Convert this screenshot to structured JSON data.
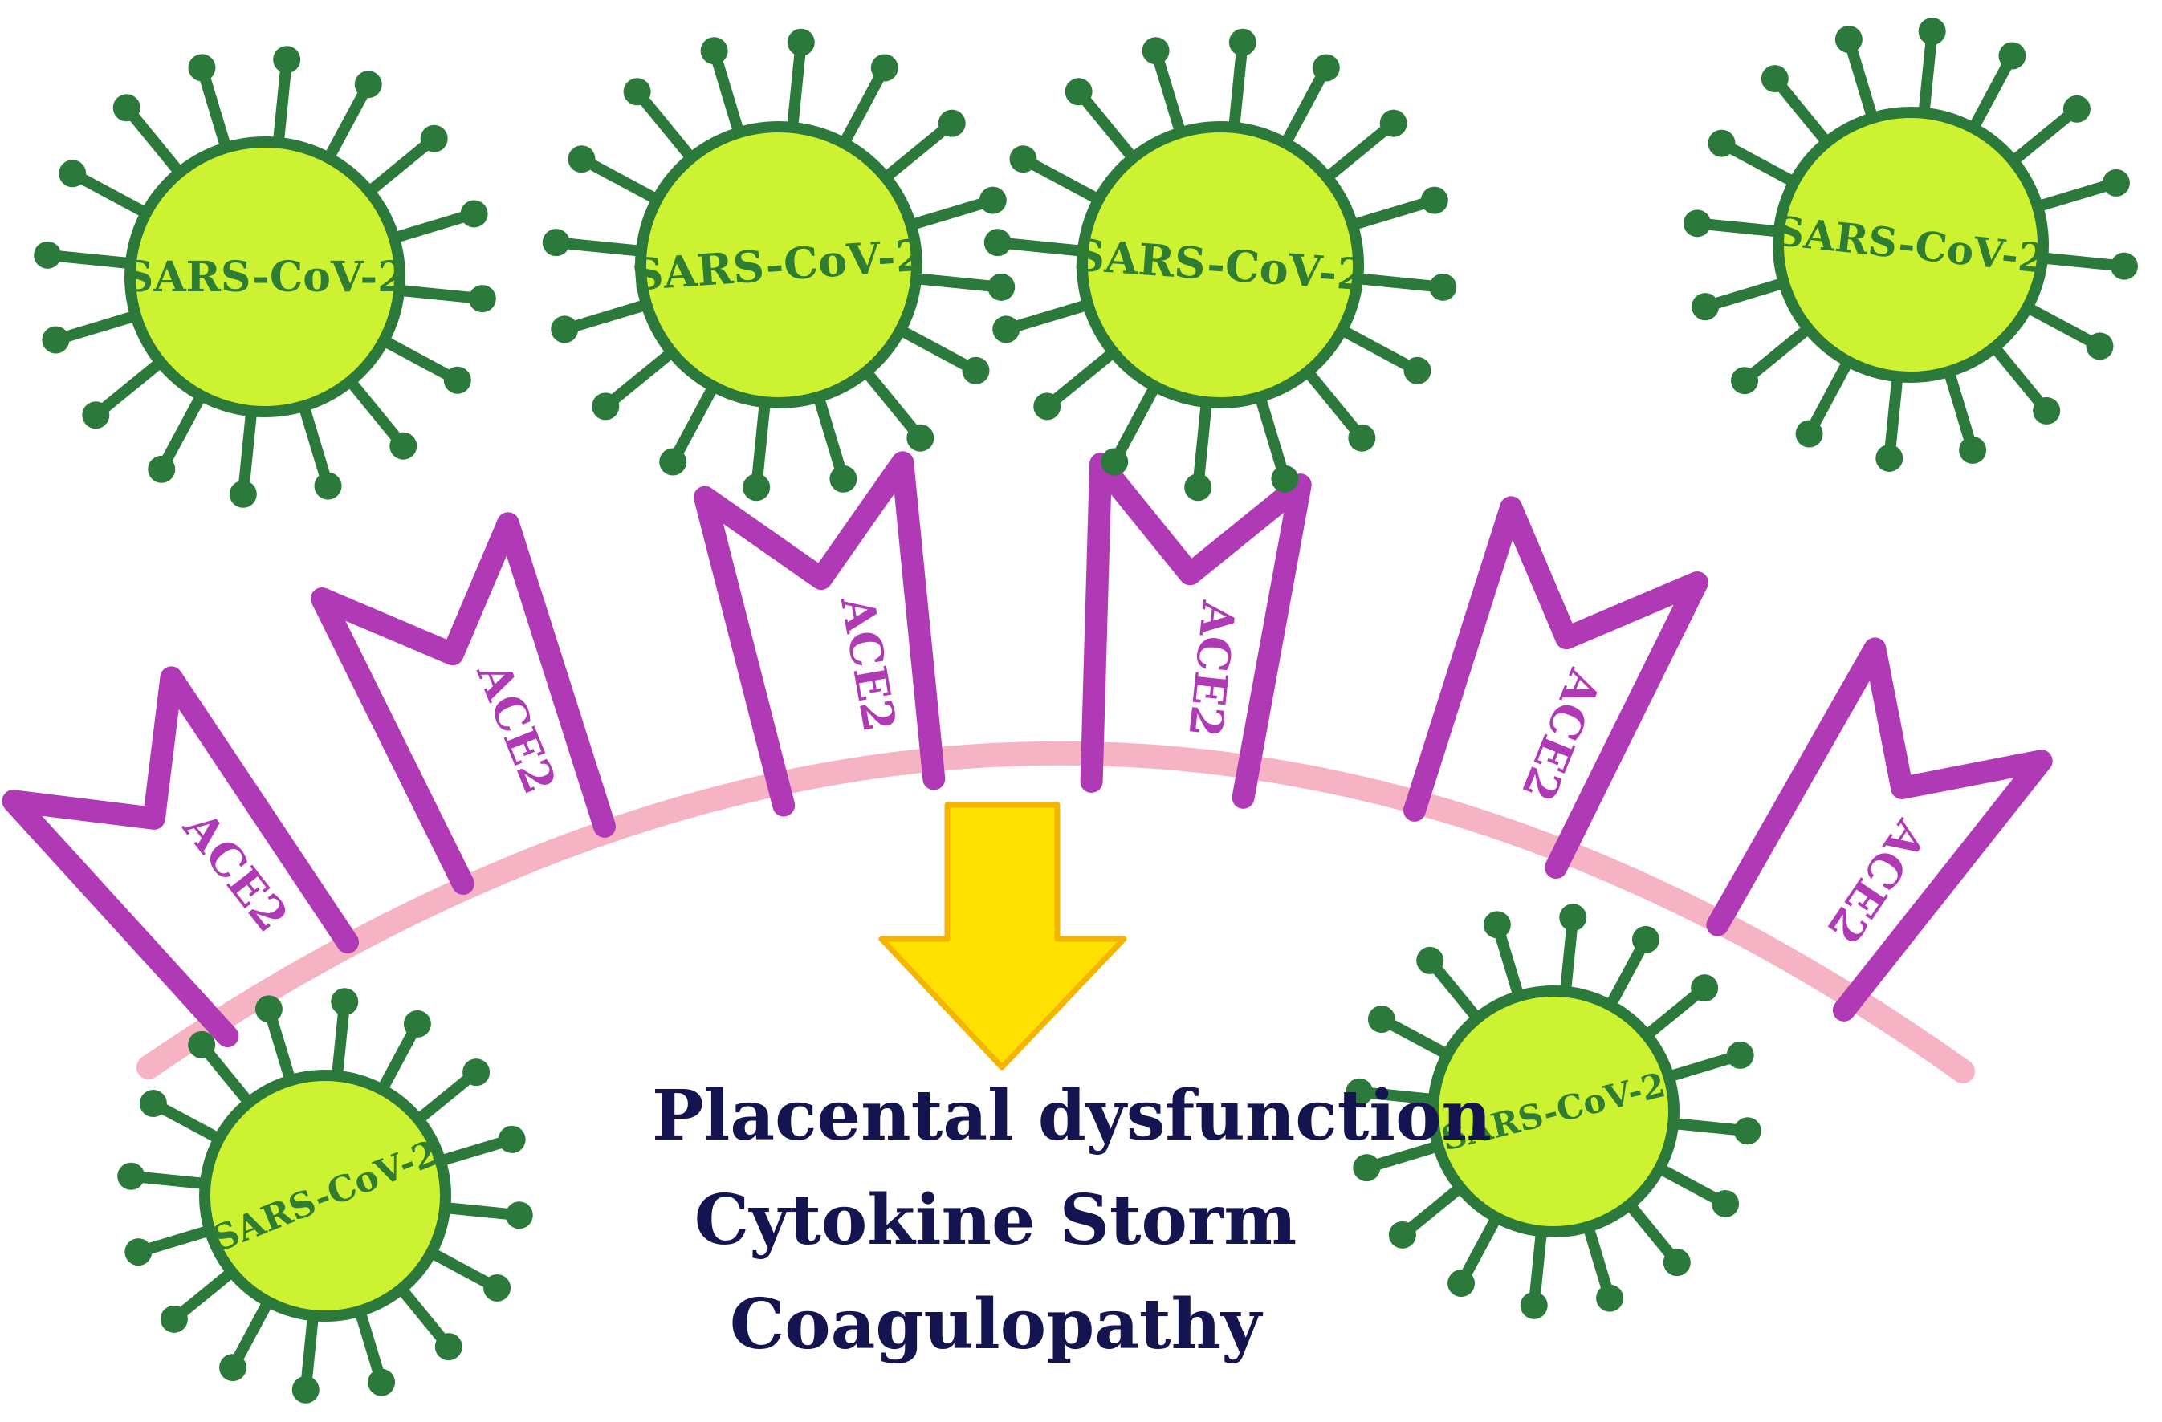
{
  "virus": {
    "label": "SARS-CoV-2",
    "count": 6,
    "colors": {
      "body": "#cdf231",
      "outline": "#2c7a3b",
      "spike": "#2c7a3b"
    }
  },
  "receptor": {
    "label": "ACE2",
    "count": 6,
    "color": "#b03ab5"
  },
  "membrane": {
    "color": "#f6b3c3"
  },
  "arrow": {
    "fill": "#ffe000",
    "outline": "#f4b400",
    "direction": "down"
  },
  "outcomes": [
    "Placental dysfunction",
    "Cytokine Storm",
    "Coagulopathy"
  ]
}
